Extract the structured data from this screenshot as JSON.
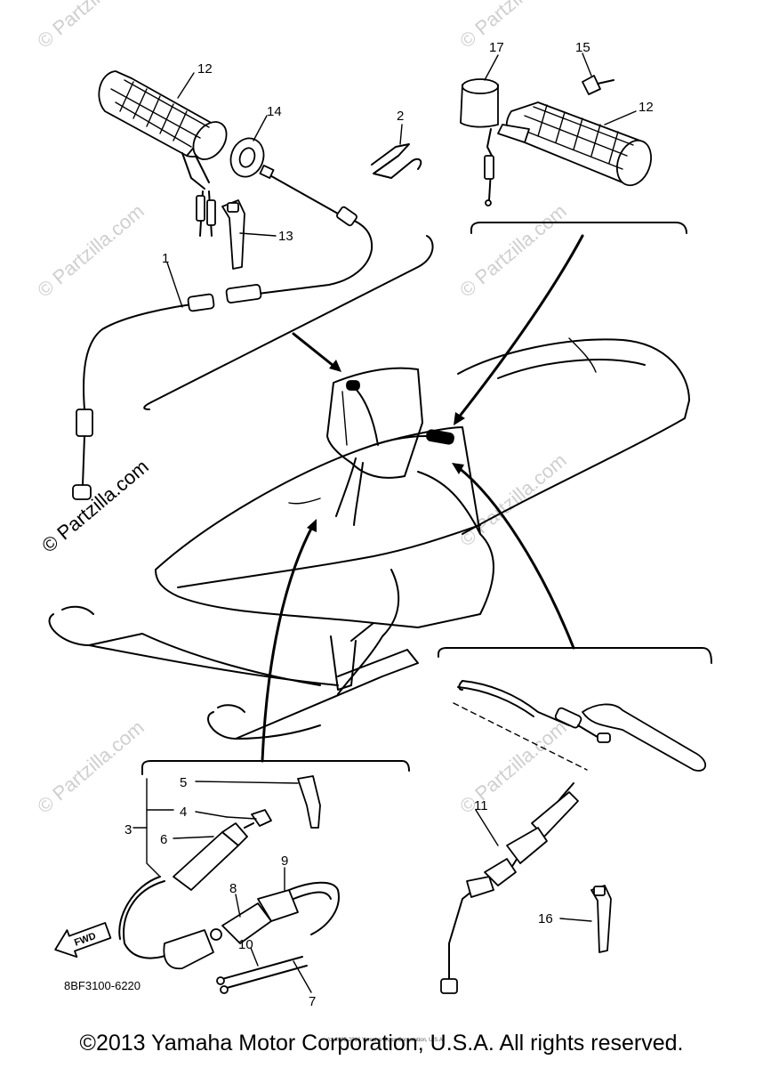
{
  "diagram": {
    "part_code": "8BF3100-6220",
    "fwd_label": "FWD",
    "fine_print": "(c) 2005-2016 Yamaha Motor Corporation, U.S.A.",
    "watermark": "© Partzilla.com",
    "callouts": {
      "c1": "1",
      "c2": "2",
      "c3": "3",
      "c4": "4",
      "c5": "5",
      "c6": "6",
      "c7": "7",
      "c8": "8",
      "c9": "9",
      "c10": "10",
      "c11": "11",
      "c12a": "12",
      "c12b": "12",
      "c13": "13",
      "c14": "14",
      "c15": "15",
      "c16": "16",
      "c17": "17"
    }
  },
  "footer": {
    "copyright": "©2013 Yamaha Motor Corporation, U.S.A. All rights reserved."
  }
}
